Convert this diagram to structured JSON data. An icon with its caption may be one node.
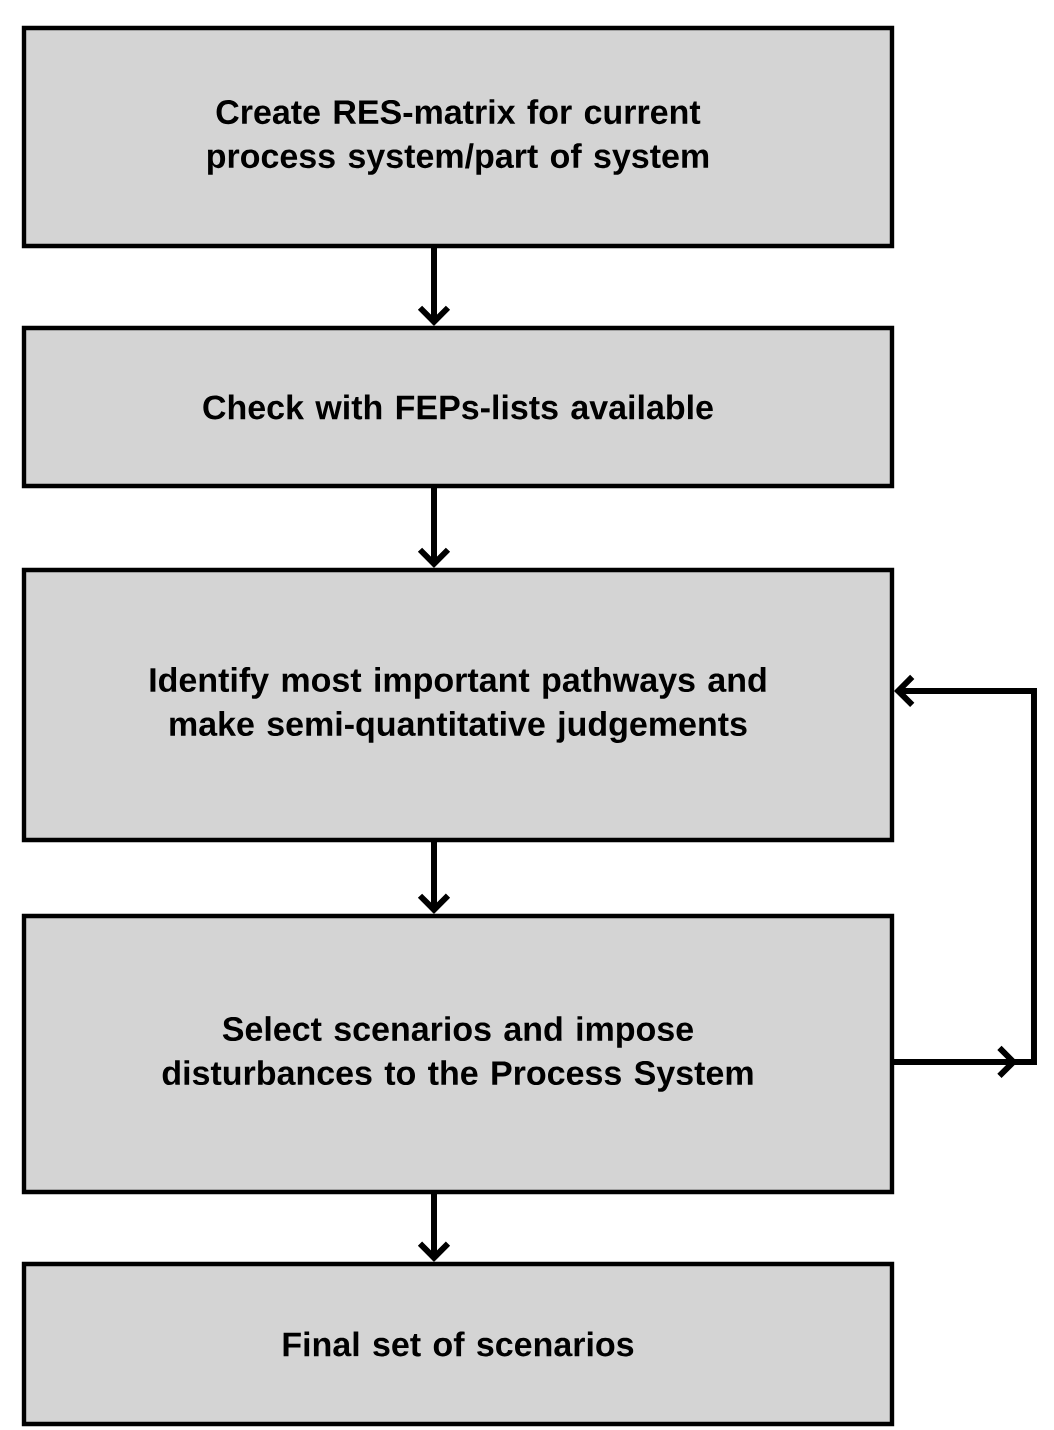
{
  "diagram": {
    "nodes": [
      {
        "text": [
          "Create RES-matrix for current process system/part of system"
        ]
      },
      {
        "text": [
          "Check with FEPs-lists available"
        ]
      },
      {
        "text": [
          "Identify most important pathways and make semi-quantitative judgements"
        ]
      },
      {
        "text": [
          "Select scenarios and impose disturbances to the Process System"
        ]
      },
      {
        "text": [
          "Final set of scenarios"
        ]
      }
    ],
    "edges": [
      {
        "from": 0,
        "to": 1,
        "arrow": "to"
      },
      {
        "from": 1,
        "to": 2,
        "arrow": "to"
      },
      {
        "from": 2,
        "to": 3,
        "arrow": "to"
      },
      {
        "from": 3,
        "to": 2,
        "arrow": "to"
      },
      {
        "from": 3,
        "to": 4,
        "arrow": "to"
      }
    ]
  }
}
